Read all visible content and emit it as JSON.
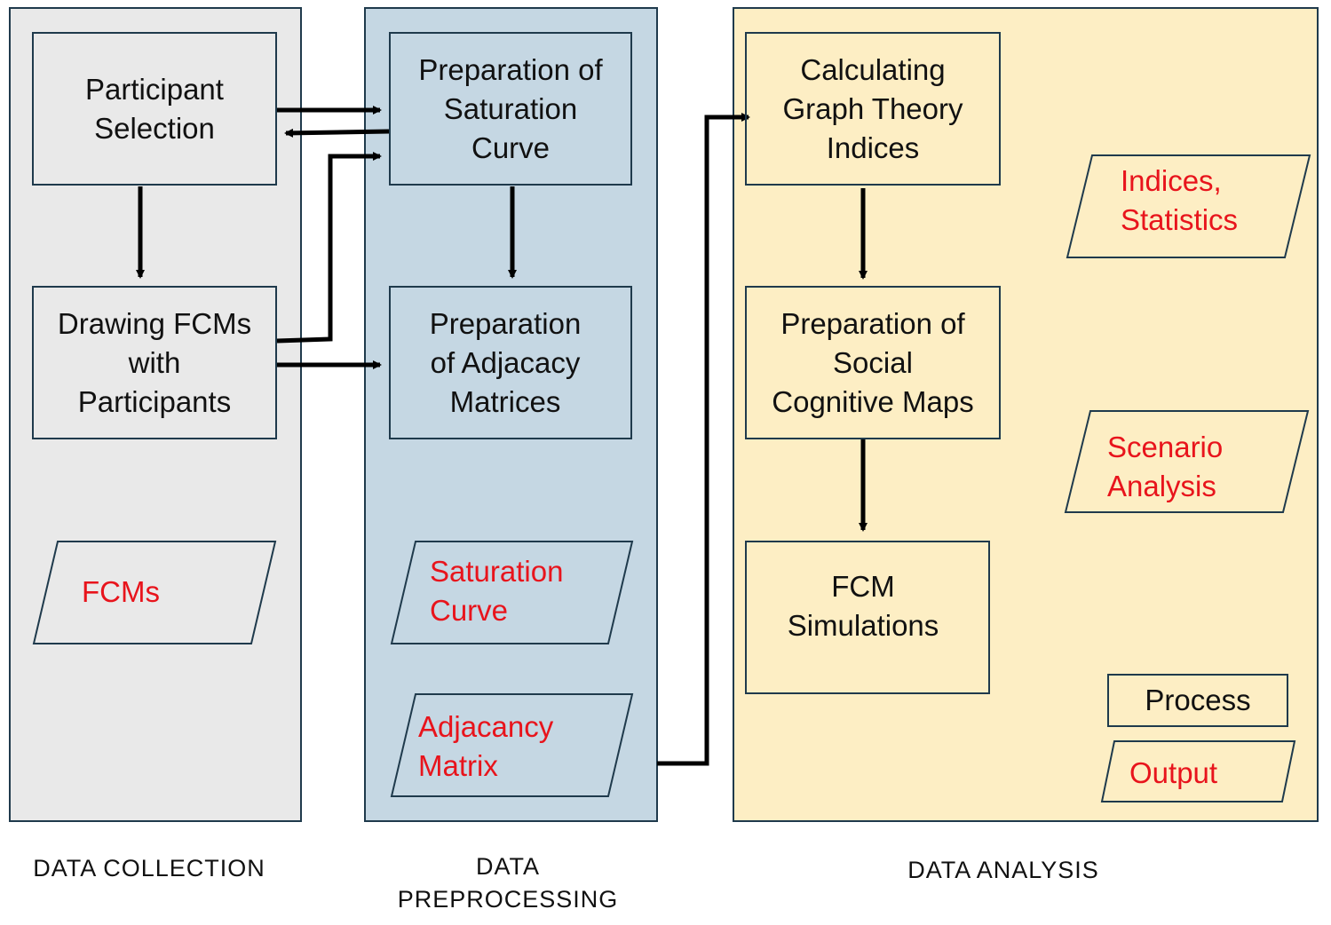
{
  "stages": {
    "collection": "DATA  COLLECTION",
    "preprocessing": "DATA\nPREPROCESSING",
    "analysis": "DATA  ANALYSIS"
  },
  "processes": {
    "participant_selection": "Participant\nSelection",
    "drawing_fcms": "Drawing FCMs\nwith\nParticipants",
    "saturation_prep": "Preparation of\nSaturation\nCurve",
    "adjacency_prep": "Preparation\nof  Adjacacy\nMatrices",
    "graph_theory": "Calculating\nGraph Theory\nIndices",
    "social_maps": "Preparation of\nSocial\nCognitive Maps",
    "fcm_sim": "FCM\nSimulations"
  },
  "outputs": {
    "fcms": "FCMs",
    "saturation_curve": "Saturation\nCurve",
    "adjacency_matrix": "Adjacancy\nMatrix",
    "indices_statistics": "Indices,\nStatistics",
    "scenario_analysis": "Scenario\nAnalysis"
  },
  "legend": {
    "process": "Process",
    "output": "Output"
  },
  "colors": {
    "collection_bg": "#e9e9e9",
    "preprocessing_bg": "#c5d7e3",
    "analysis_bg": "#fdeec4",
    "border": "#1f3a4c",
    "output_text": "#e8141c"
  }
}
